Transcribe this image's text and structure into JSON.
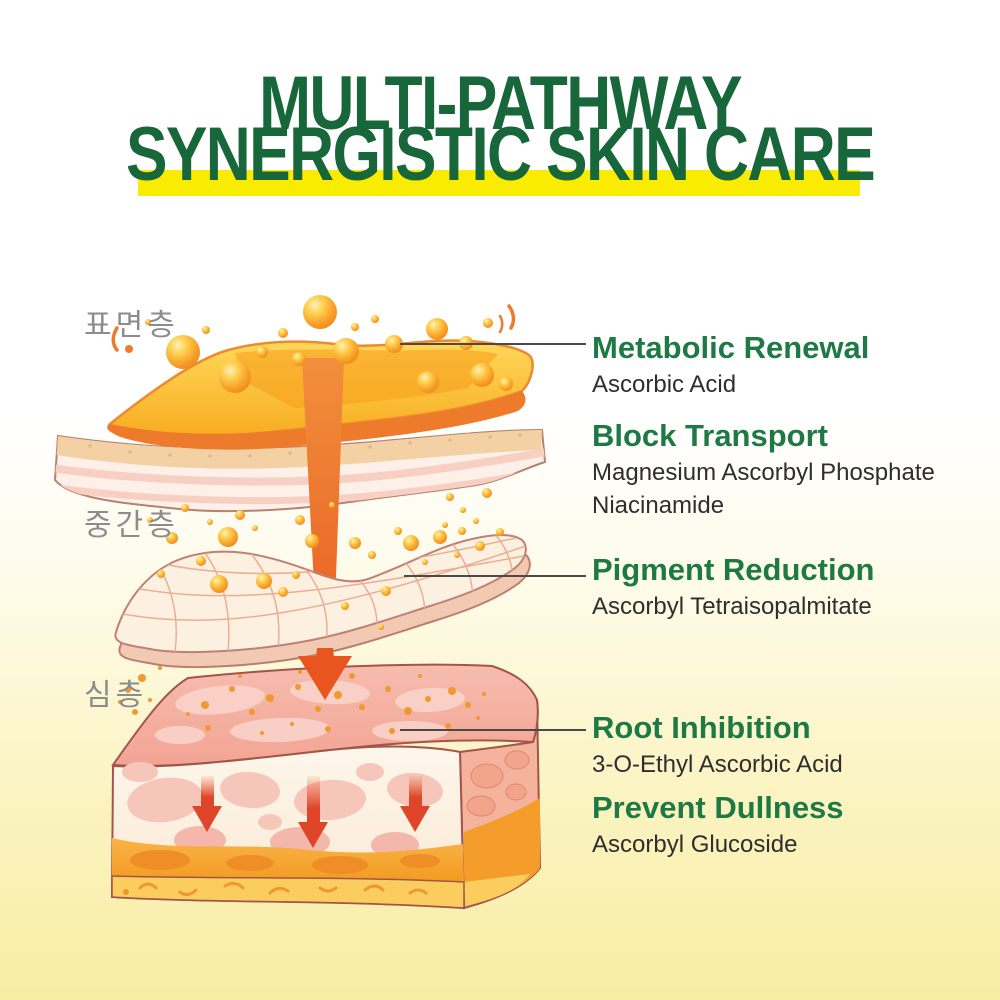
{
  "title": {
    "line1": "MULTI-PATHWAY",
    "line2": "SYNERGISTIC SKIN CARE"
  },
  "skin_layers": [
    {
      "label": "표면층"
    },
    {
      "label": "중간층"
    },
    {
      "label": "심층"
    }
  ],
  "annotations": [
    {
      "heading": "Metabolic Renewal",
      "lines": [
        "Ascorbic Acid"
      ]
    },
    {
      "heading": "Block Transport",
      "lines": [
        "Magnesium Ascorbyl Phosphate",
        "Niacinamide"
      ]
    },
    {
      "heading": "Pigment Reduction",
      "lines": [
        "Ascorbyl Tetraisopalmitate"
      ]
    },
    {
      "heading": "Root Inhibition",
      "lines": [
        "3-O-Ethyl Ascorbic Acid"
      ]
    },
    {
      "heading": "Prevent Dullness",
      "lines": [
        "Ascorbyl Glucoside"
      ]
    }
  ],
  "colors": {
    "title_green": "#17673A",
    "heading_green": "#1E7A45",
    "highlight_yellow": "#FAEC00",
    "body_text": "#2E2E2E",
    "layer_label_grey": "#8C8C8C",
    "background_bottom_yellow": "#F8EDA2",
    "bubble_orange": "#F49A28",
    "penetration_arrow_orange": "#E9571F",
    "dermis_arrow_red": "#E2492B"
  }
}
